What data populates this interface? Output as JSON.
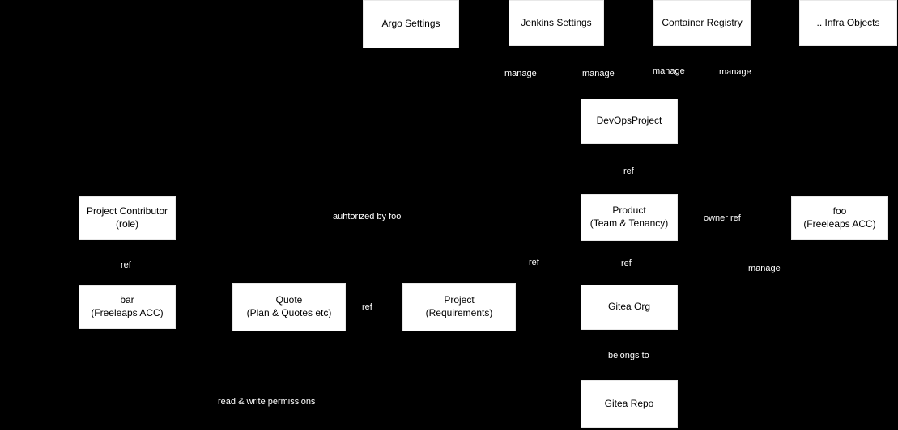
{
  "diagram": {
    "background_color": "#000000",
    "node_fill_color": "#ffffff",
    "node_text_color": "#000000",
    "edge_label_text_color": "#ffffff",
    "nodes": {
      "argo_settings": {
        "label": "Argo Settings"
      },
      "jenkins_settings": {
        "label": "Jenkins Settings"
      },
      "container_registry": {
        "label": "Container Registry"
      },
      "infra_objects": {
        "label": ".. Infra Objects"
      },
      "devops_project": {
        "label": "DevOpsProject"
      },
      "product": {
        "label": "Product\n(Team & Tenancy)"
      },
      "foo_acc": {
        "label": "foo\n(Freeleaps ACC)"
      },
      "project_contributor": {
        "label": "Project Contributor\n(role)"
      },
      "bar_acc": {
        "label": "bar\n(Freeleaps ACC)"
      },
      "quote": {
        "label": "Quote\n(Plan & Quotes etc)"
      },
      "project": {
        "label": "Project\n(Requirements)"
      },
      "gitea_org": {
        "label": "Gitea Org"
      },
      "gitea_repo": {
        "label": "Gitea Repo"
      }
    },
    "edge_labels": {
      "manage_argo": "manage",
      "manage_jenkins": "manage",
      "manage_registry": "manage",
      "manage_infra": "manage",
      "ref_devops_product": "ref",
      "authorized_by_foo": "auhtorized by foo",
      "owner_ref": "owner ref",
      "ref_contributor_bar": "ref",
      "ref_project_product": "ref",
      "ref_product_gitea_org": "ref",
      "manage_right": "manage",
      "ref_quote_project": "ref",
      "belongs_to": "belongs to",
      "read_write_permissions": "read & write permissions"
    }
  }
}
